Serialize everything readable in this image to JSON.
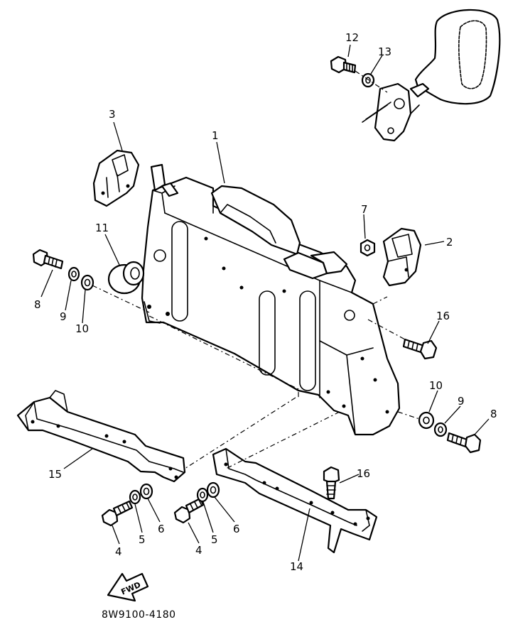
{
  "callouts": {
    "c1": "1",
    "c2": "2",
    "c3": "3",
    "c4a": "4",
    "c4b": "4",
    "c5a": "5",
    "c5b": "5",
    "c6a": "6",
    "c6b": "6",
    "c7": "7",
    "c8a": "8",
    "c8b": "8",
    "c9a": "9",
    "c9b": "9",
    "c10a": "10",
    "c10b": "10",
    "c11": "11",
    "c12": "12",
    "c13": "13",
    "c14": "14",
    "c15": "15",
    "c16a": "16",
    "c16b": "16"
  },
  "fwd_label": "FWD",
  "drawing_number": "8W9100-4180"
}
